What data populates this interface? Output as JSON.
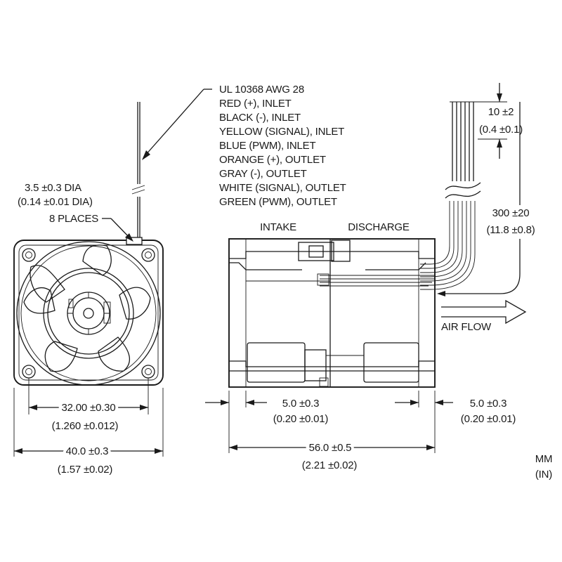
{
  "wire_spec": {
    "lines": [
      "UL 10368  AWG  28",
      "RED (+), INLET",
      "BLACK (-), INLET",
      "YELLOW (SIGNAL), INLET",
      "BLUE (PWM), INLET",
      "ORANGE (+), OUTLET",
      "GRAY (-), OUTLET",
      "WHITE (SIGNAL), OUTLET",
      "GREEN (PWM), OUTLET"
    ]
  },
  "hole_dim": {
    "mm": "3.5 ±0.3 DIA",
    "inch": "(0.14 ±0.01 DIA)",
    "places": "8 PLACES"
  },
  "labels": {
    "intake": "INTAKE",
    "discharge": "DISCHARGE",
    "airflow": "AIR FLOW",
    "units_mm": "MM",
    "units_in": "(IN)"
  },
  "dims": {
    "strip_mm": "10 ±2",
    "strip_in": "(0.4 ±0.1)",
    "lead_mm": "300 ±20",
    "lead_in": "(11.8 ±0.8)",
    "hole_spacing_mm": "32.00 ±0.30",
    "hole_spacing_in": "(1.260 ±0.012)",
    "frame_mm": "40.0 ±0.3",
    "frame_in": "(1.57 ±0.02)",
    "flange_left_mm": "5.0 ±0.3",
    "flange_left_in": "(0.20 ±0.01)",
    "flange_right_mm": "5.0 ±0.3",
    "flange_right_in": "(0.20 ±0.01)",
    "depth_mm": "56.0 ±0.5",
    "depth_in": "(2.21 ±0.02)"
  }
}
